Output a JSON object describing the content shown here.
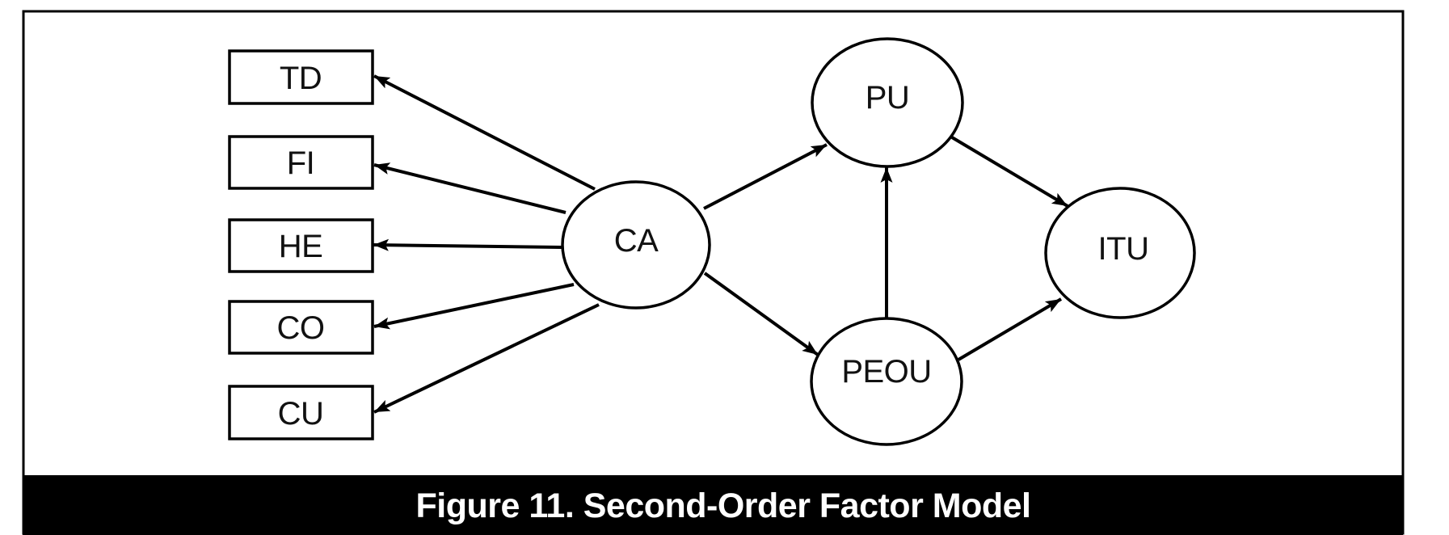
{
  "figure": {
    "caption": "Figure 11. Second-Order Factor Model"
  },
  "diagram": {
    "type": "second-order-factor-path-diagram",
    "nodes": [
      {
        "id": "TD",
        "label": "TD",
        "shape": "rect"
      },
      {
        "id": "FI",
        "label": "FI",
        "shape": "rect"
      },
      {
        "id": "HE",
        "label": "HE",
        "shape": "rect"
      },
      {
        "id": "CO",
        "label": "CO",
        "shape": "rect"
      },
      {
        "id": "CU",
        "label": "CU",
        "shape": "rect"
      },
      {
        "id": "CA",
        "label": "CA",
        "shape": "ellipse"
      },
      {
        "id": "PU",
        "label": "PU",
        "shape": "ellipse"
      },
      {
        "id": "PEOU",
        "label": "PEOU",
        "shape": "ellipse"
      },
      {
        "id": "ITU",
        "label": "ITU",
        "shape": "ellipse"
      }
    ],
    "edges": [
      {
        "from": "CA",
        "to": "TD"
      },
      {
        "from": "CA",
        "to": "FI"
      },
      {
        "from": "CA",
        "to": "HE"
      },
      {
        "from": "CA",
        "to": "CO"
      },
      {
        "from": "CA",
        "to": "CU"
      },
      {
        "from": "CA",
        "to": "PU"
      },
      {
        "from": "CA",
        "to": "PEOU"
      },
      {
        "from": "PEOU",
        "to": "PU"
      },
      {
        "from": "PU",
        "to": "ITU"
      },
      {
        "from": "PEOU",
        "to": "ITU"
      }
    ],
    "colors": {
      "stroke": "#000000",
      "node_fill": "#ffffff",
      "caption_bg": "#000000",
      "caption_text": "#ffffff"
    }
  }
}
